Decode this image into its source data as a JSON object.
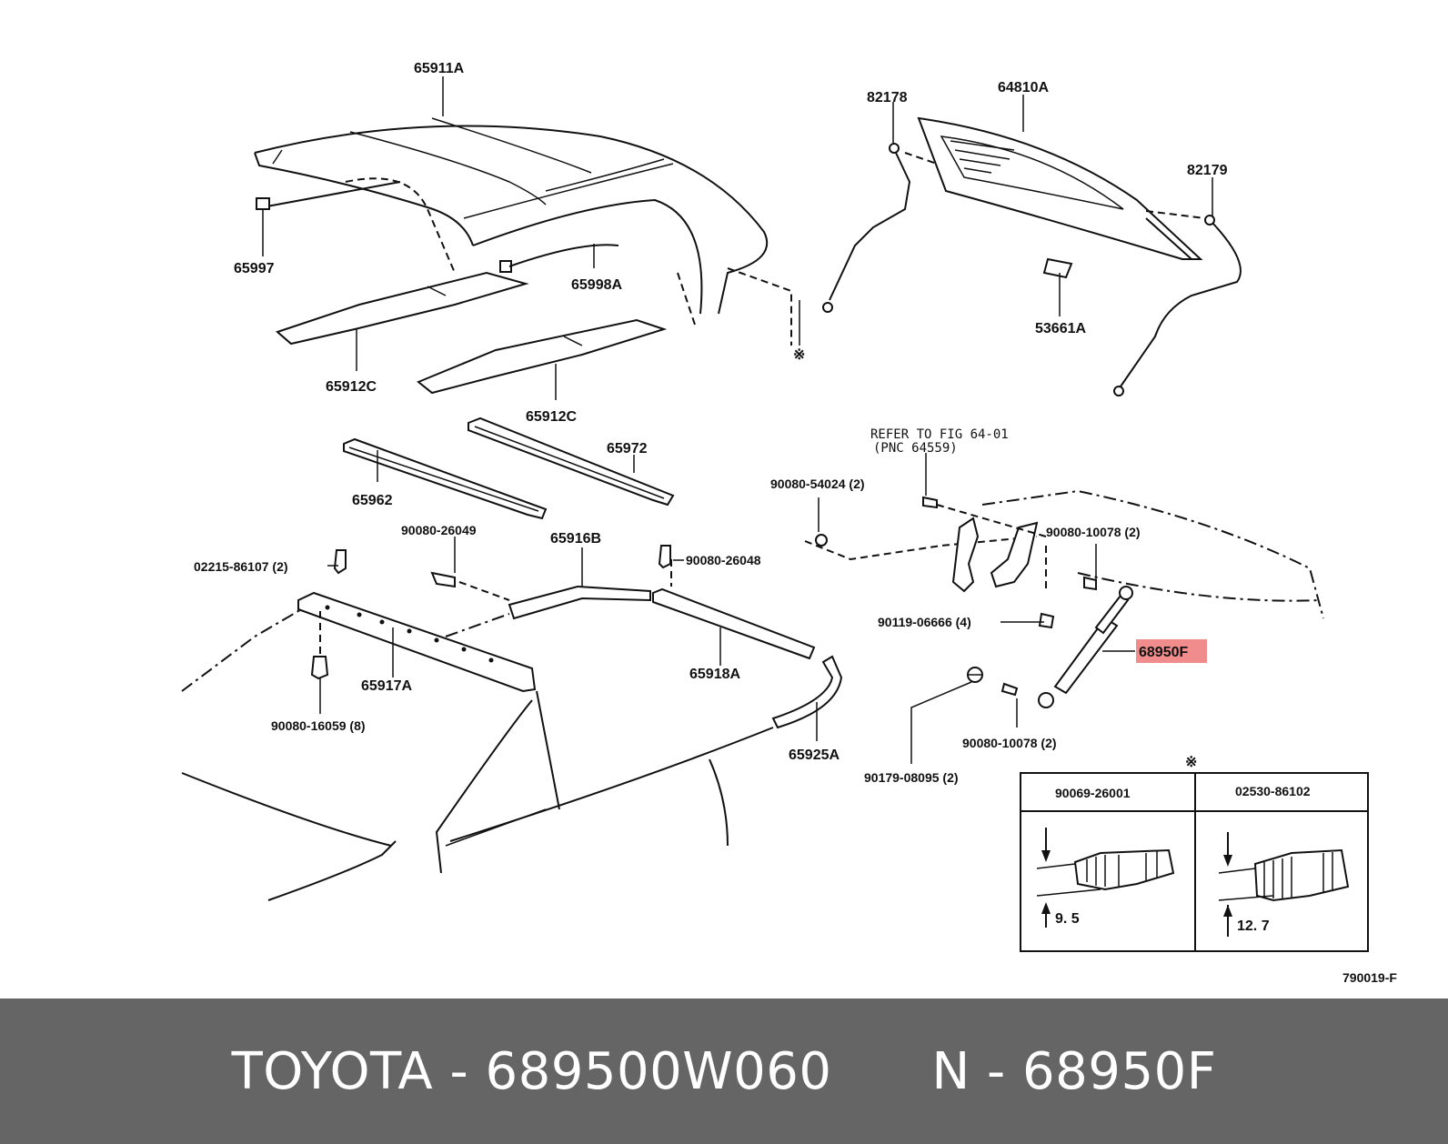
{
  "diagram": {
    "labels": {
      "p65911A": "65911A",
      "p65997": "65997",
      "p65998A": "65998A",
      "p65912C_1": "65912C",
      "p65912C_2": "65912C",
      "p65962": "65962",
      "p65972": "65972",
      "p82178": "82178",
      "p64810A": "64810A",
      "p82179": "82179",
      "p53661A": "53661A",
      "refer_line1": "REFER TO FIG 64-01",
      "refer_line2": "(PNC 64559)",
      "p90080_54024": "90080-54024 (2)",
      "p90080_10078_a": "90080-10078 (2)",
      "p90119_06666": "90119-06666 (4)",
      "p68950F": "68950F",
      "p90080_10078_b": "90080-10078 (2)",
      "p90179_08095": "90179-08095 (2)",
      "p90080_26049": "90080-26049",
      "p65916B": "65916B",
      "p90080_26048": "90080-26048",
      "p02215_86107": "02215-86107 (2)",
      "p65917A": "65917A",
      "p65918A": "65918A",
      "p90080_16059": "90080-16059 (8)",
      "p65925A": "65925A",
      "asterisk_top": "※",
      "asterisk_box": "※",
      "figure_code": "790019-F"
    },
    "inset_table": {
      "col1_header": "90069-26001",
      "col2_header": "02530-86102",
      "col1_dim": "9. 5",
      "col2_dim": "12. 7"
    },
    "highlight_color": "#f08c8c"
  },
  "footer": {
    "text": "TOYOTA - 689500W060      N - 68950F",
    "background": "#656565",
    "color": "#ffffff"
  }
}
